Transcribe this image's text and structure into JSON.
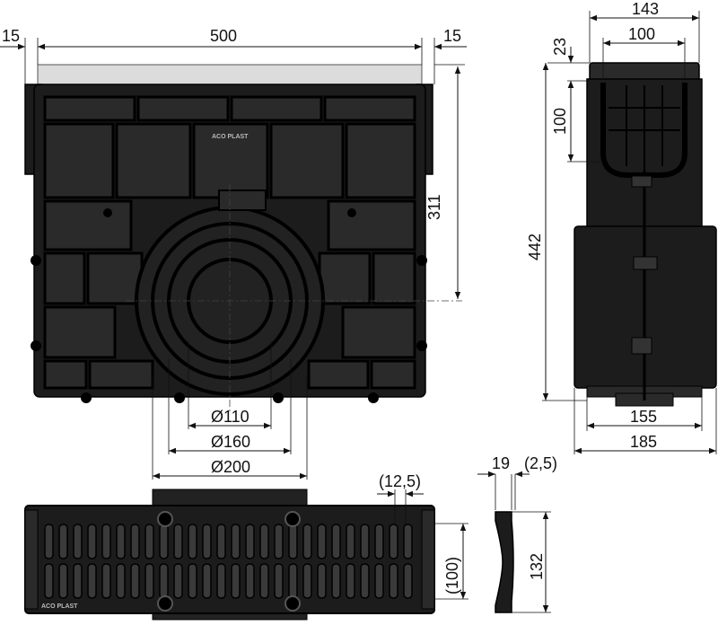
{
  "front_view": {
    "dim_left_offset": "15",
    "dim_width": "500",
    "dim_right_offset": "15",
    "dim_height_outlet": "311",
    "dim_d110": "Ø110",
    "dim_d160": "Ø160",
    "dim_d200": "Ø200",
    "logo": "ACO PLAST"
  },
  "side_view": {
    "dim_top_width": "143",
    "dim_top_inner": "100",
    "dim_lip": "23",
    "dim_basket": "100",
    "dim_height": "442",
    "dim_bottom_inner": "155",
    "dim_bottom_outer": "185"
  },
  "grate_top_view": {
    "dim_slot": "(12,5)",
    "dim_width": "(100)",
    "logo": "ACO PLAST"
  },
  "grate_section": {
    "dim_thickness": "19",
    "dim_offset": "(2,5)",
    "dim_width": "132"
  },
  "colors": {
    "body": "#1c1c1c",
    "frame": "#dcdcdc",
    "lines": "#111111"
  }
}
